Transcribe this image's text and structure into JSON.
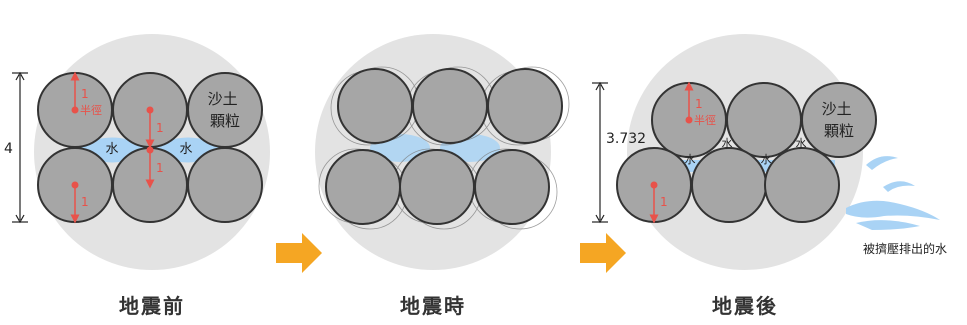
{
  "panels": [
    {
      "id": "before",
      "title": "地震前",
      "height_label": "4",
      "radius_label": "1",
      "radius_word": "半徑",
      "water_label": "水",
      "particle_label": "沙土\n顆粒"
    },
    {
      "id": "during",
      "title": "地震時"
    },
    {
      "id": "after",
      "title": "地震後",
      "height_label": "3.732",
      "radius_label": "1",
      "radius_word": "半徑",
      "water_label": "水",
      "particle_label": "沙土\n顆粒",
      "expelled_water_label": "被擠壓排出的水"
    }
  ],
  "colors": {
    "background_circle": "#e3e3e3",
    "particle_fill": "#a6a6a6",
    "particle_stroke": "#333333",
    "water": "#a9d3f5",
    "radius_marker": "#e8524a",
    "arrow": "#f5a623",
    "dimension_line": "#222222"
  },
  "icons": [
    "arrow-right-icon",
    "water-splash-icon"
  ]
}
